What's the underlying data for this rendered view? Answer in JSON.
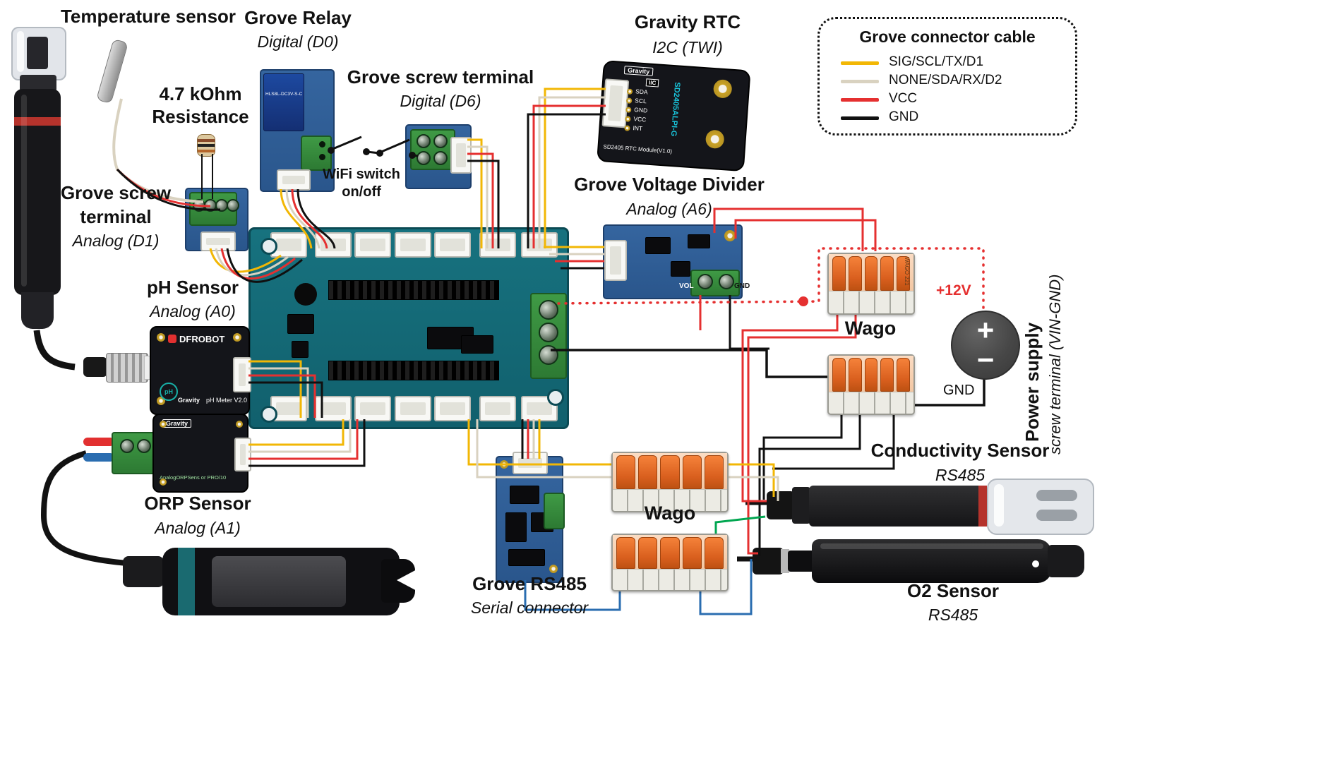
{
  "labels": {
    "temperature": {
      "title": "Temperature sensor"
    },
    "relay": {
      "title": "Grove Relay",
      "subtitle": "Digital (D0)"
    },
    "resistor": {
      "line1": "4.7 kOhm",
      "line2": "Resistance"
    },
    "terminal_d6": {
      "title": "Grove screw terminal",
      "subtitle": "Digital (D6)"
    },
    "wifi": {
      "line1": "WiFi switch",
      "line2": "on/off"
    },
    "rtc": {
      "title": "Gravity RTC",
      "subtitle": "I2C (TWI)"
    },
    "terminal_d1": {
      "line1": "Grove screw",
      "line2": "terminal",
      "subtitle": "Analog (D1)"
    },
    "ph": {
      "title": "pH Sensor",
      "subtitle": "Analog (A0)"
    },
    "vdivider": {
      "title": "Grove Voltage Divider",
      "subtitle": "Analog (A6)"
    },
    "wago_right": {
      "title": "Wago"
    },
    "wago_middle": {
      "title": "Wago"
    },
    "power": {
      "title": "Power supply",
      "subtitle": "screw terminal (VIN-GND)",
      "plus12v": "+12V",
      "gnd": "GND",
      "plus_symbol": "+",
      "minus_symbol": "−"
    },
    "conductivity": {
      "title": "Conductivity Sensor",
      "subtitle": "RS485"
    },
    "o2": {
      "title": "O2 Sensor",
      "subtitle": "RS485"
    },
    "orp": {
      "title": "ORP Sensor",
      "subtitle": "Analog (A1)"
    },
    "rs485": {
      "title": "Grove RS485",
      "subtitle": "Serial connector"
    }
  },
  "legend": {
    "title": "Grove connector cable",
    "items": [
      {
        "label": "SIG/SCL/TX/D1",
        "color": "#f2b705"
      },
      {
        "label": "NONE/SDA/RX/D2",
        "color": "#d9d2c0"
      },
      {
        "label": "VCC",
        "color": "#e53030"
      },
      {
        "label": "GND",
        "color": "#101010"
      }
    ]
  },
  "board_text": {
    "rtc": {
      "brand": "Gravity",
      "bus": "IIC",
      "chip": "SD2405ALPI-G",
      "module": "SD2405 RTC Module(V1.0)",
      "pins": [
        "SDA",
        "SCL",
        "GND",
        "VCC",
        "INT"
      ]
    },
    "ph_board": {
      "brand": "DFROBOT",
      "series": "Gravity",
      "model": "pH Meter V2.0"
    },
    "orp_board": {
      "series": "Gravity",
      "model": "AnalogORPSens or PRO/10"
    },
    "relay_block": {
      "model": "HLS8L-DC3V-S-C"
    },
    "vdivider_board": {
      "vol": "VOL",
      "gnd": "GND"
    },
    "wago_brand": "WAGO 221"
  },
  "wire_colors": {
    "signal_yellow": "#f2b705",
    "none_white": "#d9d2c0",
    "vcc_red": "#e53030",
    "gnd_black": "#101010",
    "serial_blue": "#2a6db0",
    "aux_green": "#00a650"
  }
}
